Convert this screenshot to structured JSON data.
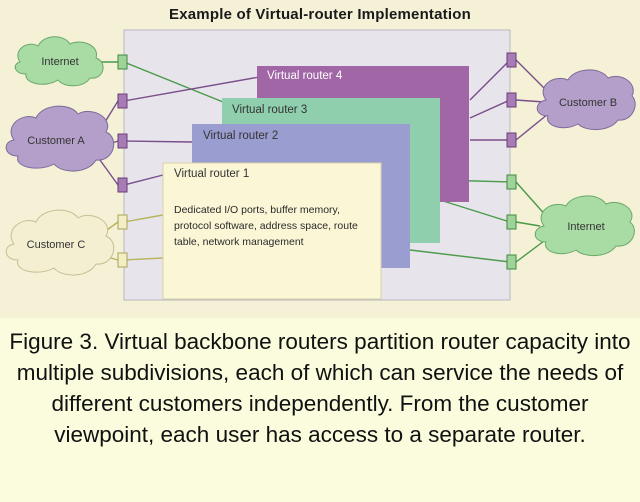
{
  "diagram": {
    "title": "Example of Virtual-router Implementation",
    "clouds": {
      "internet_left": "Internet",
      "customer_a": "Customer A",
      "customer_c": "Customer C",
      "customer_b": "Customer B",
      "internet_right": "Internet"
    },
    "routers": {
      "vr4": "Virtual router 4",
      "vr3": "Virtual router 3",
      "vr2": "Virtual router 2",
      "vr1": "Virtual router 1",
      "vr1_description": "Dedicated I/O ports, buffer memory, protocol software, address space, route table, network management"
    },
    "colors": {
      "vr4": "#a166a6",
      "vr3": "#8fcfae",
      "vr2": "#9a9dd0",
      "vr1": "#fbf6d6",
      "chassis": "#e7e4ec",
      "cloud_green": "#a9dca5",
      "cloud_purple": "#b49fca",
      "cloud_cream": "#f4efd0"
    }
  },
  "caption": {
    "text": "Figure 3. Virtual backbone routers partition router capacity into multiple subdivisions, each of which can service the needs of different customers independently. From the customer viewpoint, each user has access to a separate router."
  }
}
